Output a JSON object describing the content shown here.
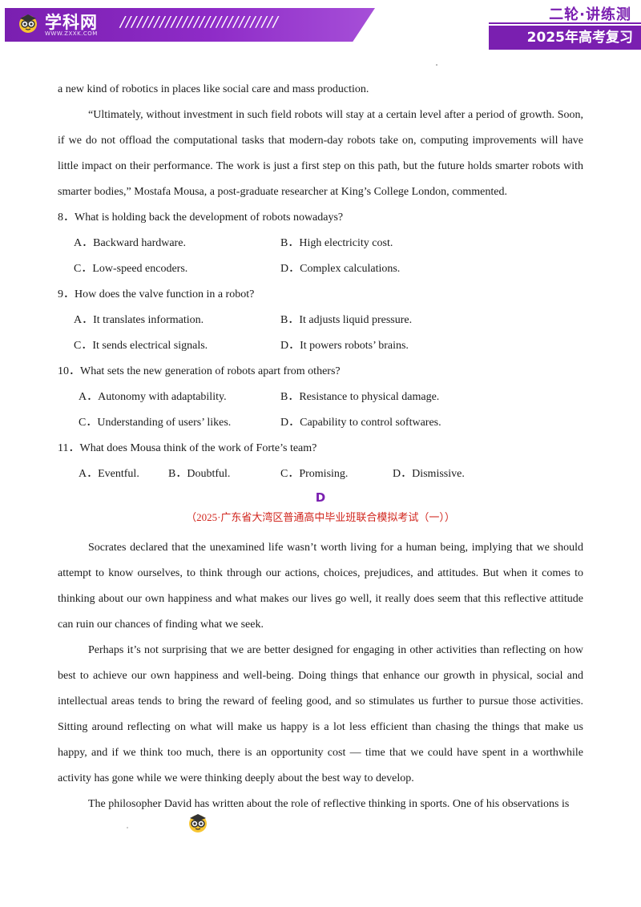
{
  "header": {
    "logo_text": "学科网",
    "logo_url": "WWW.ZXXK.COM",
    "slashes": "////////////////////////////",
    "subtitle": "二轮·讲练测",
    "year_label": "2025年高考复习"
  },
  "passage_c_tail": {
    "line1": "a new kind of robotics in places like social care and mass production.",
    "para2": "“Ultimately, without investment in such field robots will stay at a certain level after a period of growth. Soon, if we do not offload the computational tasks that modern-day robots take on, computing improvements will have little impact on their performance. The work is just a first step on this path, but the future holds smarter robots with smarter bodies,” Mostafa Mousa, a post-graduate researcher at King’s College London, commented."
  },
  "questions": [
    {
      "stem": "8．What is holding back the development of robots nowadays?",
      "options": [
        "A．Backward hardware.",
        "B．High electricity cost.",
        "C．Low-speed encoders.",
        "D．Complex calculations."
      ]
    },
    {
      "stem": "9．How does the valve function in a robot?",
      "options": [
        "A．It translates information.",
        "B．It adjusts liquid pressure.",
        "C．It sends electrical signals.",
        "D．It powers robots’ brains."
      ]
    },
    {
      "stem": "10．What sets the new generation of robots apart from others?",
      "options": [
        "A．Autonomy with adaptability.",
        "B．Resistance to physical damage.",
        "C．Understanding of users’ likes.",
        "D．Capability to control softwares."
      ]
    },
    {
      "stem": "11．What does Mousa think of the work of Forte’s team?",
      "options": [
        "A．Eventful.",
        "B．Doubtful.",
        "C．Promising.",
        "D．Dismissive."
      ]
    }
  ],
  "section_d": {
    "letter": "D",
    "source": "（2025·广东省大湾区普通高中毕业班联合模拟考试（一））",
    "paragraphs": [
      "Socrates declared that the unexamined life wasn’t worth living for a human being, implying that we should attempt to know ourselves, to think through our actions, choices, prejudices, and attitudes. But when it comes to thinking about our own happiness and what makes our lives go well, it really does seem that this reflective attitude can ruin our chances of finding what we seek.",
      "Perhaps it’s not surprising that we are better designed for engaging in other activities than reflecting on how best to achieve our own happiness and well-being. Doing things that enhance our growth in physical, social and intellectual areas tends to bring the reward of feeling good, and so stimulates us further to pursue those activities. Sitting around reflecting on what will make us happy is a lot less efficient than chasing the things that make us happy, and if we think too much, there is an opportunity cost — time that we could have spent in a worthwhile activity has gone while we were thinking deeply about the best way to develop.",
      "The philosopher David has written about the role of reflective thinking in sports. One of his observations is"
    ]
  },
  "colors": {
    "brand_purple": "#7a1fb0",
    "source_red": "#d1261e"
  },
  "icons": {
    "logo": "owl-mascot-icon",
    "footer": "owl-mascot-icon"
  }
}
